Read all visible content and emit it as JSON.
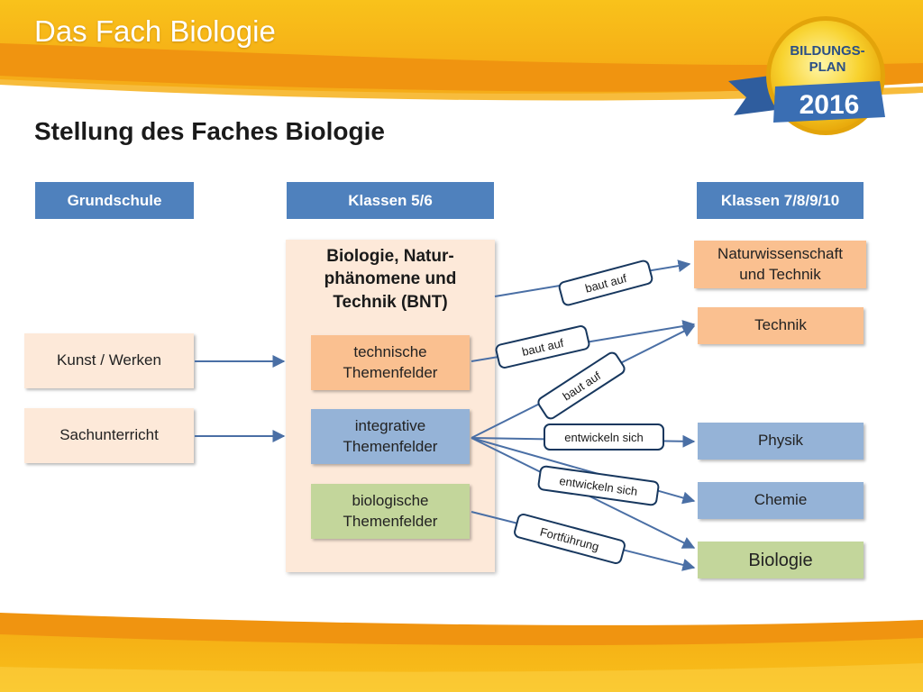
{
  "slide": {
    "title": "Das Fach Biologie",
    "subtitle": "Stellung des Faches Biologie"
  },
  "badge": {
    "line1": "BILDUNGS-",
    "line2": "PLAN",
    "year": "2016"
  },
  "columns": {
    "grundschule": "Grundschule",
    "klassen56": "Klassen 5/6",
    "klassen710": "Klassen 7/8/9/10"
  },
  "grundschule": {
    "kunst": "Kunst / Werken",
    "sachunterricht": "Sachunterricht"
  },
  "bnt": {
    "title_line1": "Biologie, Natur-",
    "title_line2": "phänomene und",
    "title_line3": "Technik (BNT)",
    "technisch_line1": "technische",
    "technisch_line2": "Themenfelder",
    "integrativ_line1": "integrative",
    "integrativ_line2": "Themenfelder",
    "biologisch_line1": "biologische",
    "biologisch_line2": "Themenfelder"
  },
  "sek1": {
    "nwt_line1": "Naturwissenschaft",
    "nwt_line2": "und Technik",
    "technik": "Technik",
    "physik": "Physik",
    "chemie": "Chemie",
    "biologie": "Biologie"
  },
  "connectors": {
    "baut_auf_1": "baut auf",
    "baut_auf_2": "baut auf",
    "baut_auf_3": "baut auf",
    "entwickeln_1": "entwickeln sich",
    "entwickeln_2": "entwickeln sich",
    "fortfuehrung": "Fortführung"
  },
  "colors": {
    "header_blue": "#4f81bd",
    "light_peach": "#fde9d9",
    "orange_box": "#fac090",
    "blue_box": "#95b3d7",
    "green_box": "#c3d69b",
    "arrow": "#4a6fa5",
    "brand_yellow": "#f7bb1a",
    "brand_orange": "#f0930f"
  }
}
